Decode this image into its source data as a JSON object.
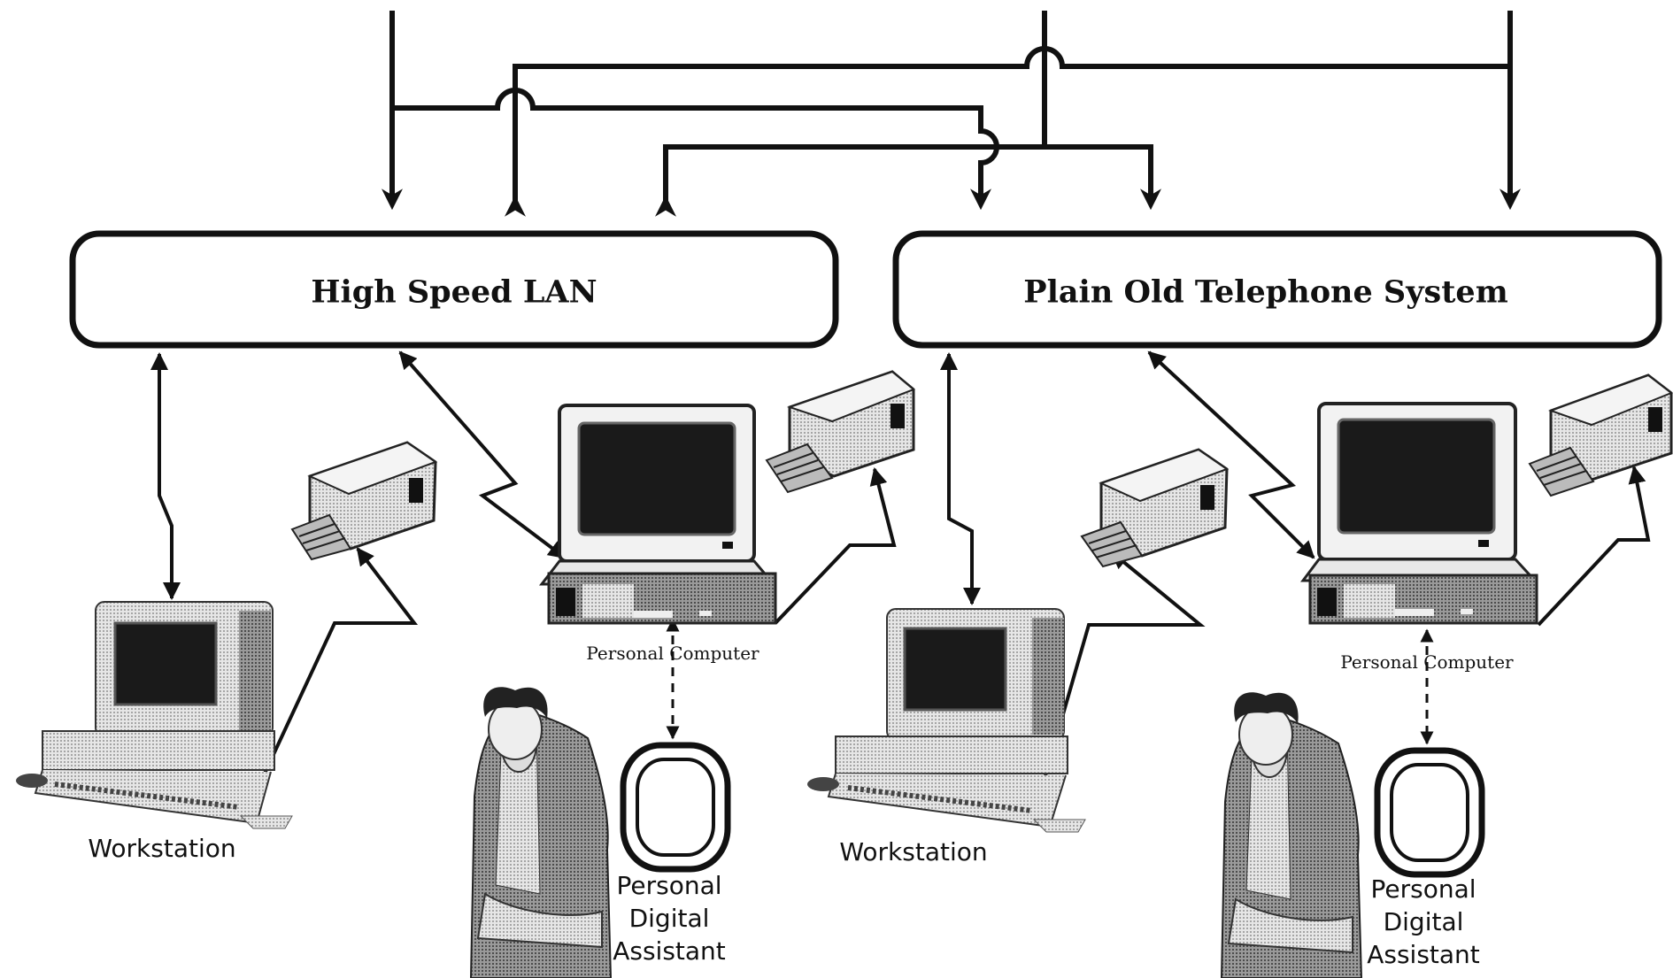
{
  "networks": {
    "lan": "High Speed LAN",
    "pots": "Plain Old Telephone System"
  },
  "left_group": {
    "workstation": "Workstation",
    "personal_computer": "Personal Computer",
    "pda": [
      "Personal",
      "Digital",
      "Assistant"
    ]
  },
  "right_group": {
    "workstation": "Workstation",
    "personal_computer": "Personal Computer",
    "pda": [
      "Personal",
      "Digital",
      "Assistant"
    ]
  }
}
